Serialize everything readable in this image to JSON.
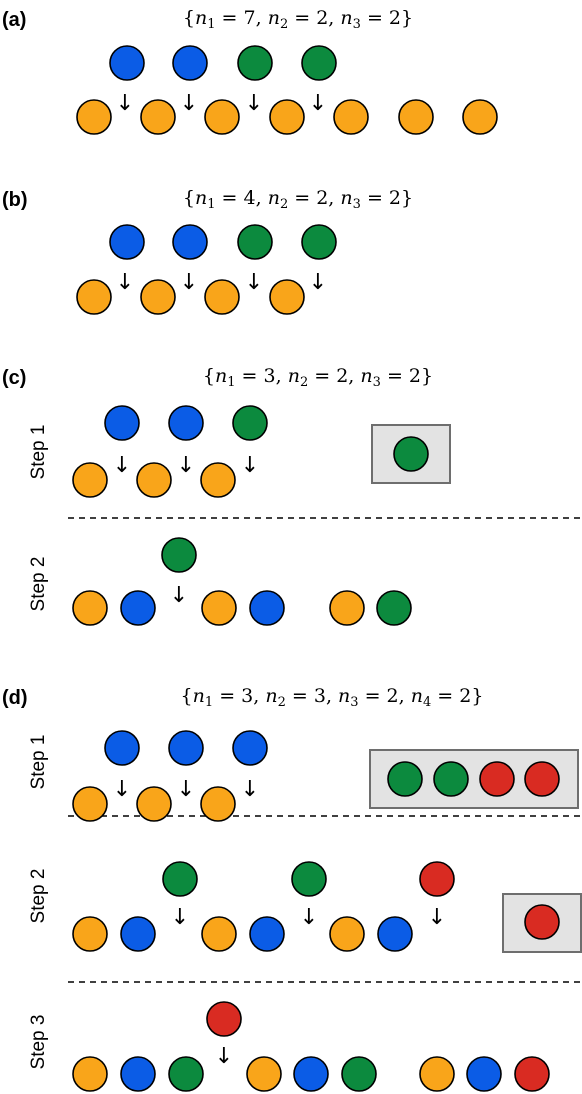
{
  "colors": {
    "orange": "#f9a51a",
    "blue": "#0b5ce6",
    "green": "#0c8a3e",
    "red": "#d92b22"
  },
  "panels": {
    "a": {
      "label": "(a)",
      "formula": {
        "names": [
          "n",
          "n",
          "n"
        ],
        "subs": [
          "1",
          "2",
          "3"
        ],
        "values": [
          "7",
          "2",
          "2"
        ]
      }
    },
    "b": {
      "label": "(b)",
      "formula": {
        "names": [
          "n",
          "n",
          "n"
        ],
        "subs": [
          "1",
          "2",
          "3"
        ],
        "values": [
          "4",
          "2",
          "2"
        ]
      }
    },
    "c": {
      "label": "(c)",
      "formula": {
        "names": [
          "n",
          "n",
          "n"
        ],
        "subs": [
          "1",
          "2",
          "3"
        ],
        "values": [
          "3",
          "2",
          "2"
        ]
      },
      "steps": [
        "Step 1",
        "Step 2"
      ]
    },
    "d": {
      "label": "(d)",
      "formula": {
        "names": [
          "n",
          "n",
          "n",
          "n"
        ],
        "subs": [
          "1",
          "2",
          "3",
          "4"
        ],
        "values": [
          "3",
          "3",
          "2",
          "2"
        ]
      },
      "steps": [
        "Step 1",
        "Step 2",
        "Step 3"
      ]
    }
  },
  "arrow_glyph": "↓"
}
